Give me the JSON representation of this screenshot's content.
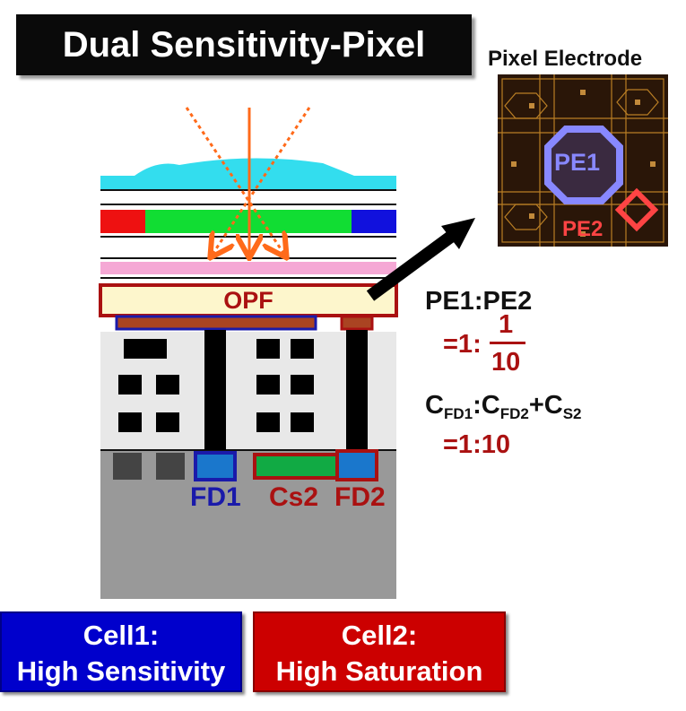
{
  "title": "Dual Sensitivity-Pixel",
  "pixel_electrode": {
    "title": "Pixel Electrode",
    "pe1_label": "PE1",
    "pe2_label": "PE2"
  },
  "cross_section": {
    "opf_label": "OPF",
    "fd1_label": "FD1",
    "cs2_label": "Cs2",
    "fd2_label": "FD2"
  },
  "ratios": {
    "pe_ratio_label": "PE1:PE2",
    "pe_eq_prefix": "=1:",
    "pe_numerator": "1",
    "pe_denominator": "10",
    "c_letter": "C",
    "c_fd1_sub": "FD1",
    "c_fd2_sub": "FD2",
    "c_s2_sub": "S2",
    "colon": ":",
    "plus": "+",
    "c_eq": "=1:10"
  },
  "cells": {
    "cell1_line1": "Cell1:",
    "cell1_line2": "High Sensitivity",
    "cell2_line1": "Cell2:",
    "cell2_line2": "High Saturation"
  },
  "colors": {
    "cell1_bg": "#0000cc",
    "cell2_bg": "#cc0000",
    "fd1_blue": "#1a1aaa",
    "label_red": "#aa1111",
    "light_orange": "#ff6a1a"
  }
}
